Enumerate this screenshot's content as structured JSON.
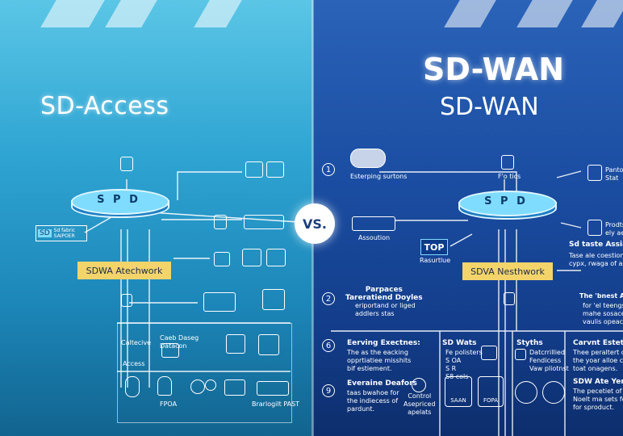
{
  "left": {
    "title": "SD-Access",
    "disc_label": "S P D",
    "sd_box_tag": "SD",
    "sd_box_text": "Sd fabric\nSAIPOER",
    "yellow_bar": "SDWA Atechwork",
    "labels": [
      "Access",
      "Caltecive",
      "Caeb Daseg\nDatacon",
      "FPOA",
      "Brarlogilt PAST"
    ]
  },
  "right": {
    "title_big": "SD-WAN",
    "title_small": "SD-WAN",
    "disc_label": "S P D",
    "top_box": "TOP",
    "top_box_sub": "Rasurtlue",
    "yellow_bar": "SDVA Nesthwork",
    "cloud_label": "Esterping surtons",
    "node_label": "F'o tics",
    "rack_label": "Assoution",
    "side_title": "Sd taste Assiats",
    "side_text": "Tase ale coestion\ncypx, rwaga of alse",
    "num_items": [
      {
        "num": "1",
        "title": "Esterping surtons",
        "body": ""
      },
      {
        "num": "2",
        "title": "Parpaces\nTareratiend Doyles",
        "body": "eriportand or liged\naddlers stas"
      },
      {
        "num": "6",
        "title": "Eerving Exectnes:",
        "body": "The as the eacking\nopprtiatiee misshits\nbif estiement."
      },
      {
        "num": "9",
        "title": "Everaine Deafors",
        "body": "taas bwahoe for\nthe indiecess of\npardunt."
      }
    ],
    "col2_title": "SD Wats",
    "col2_body": "Fe polisters\nS OA\nS R\nS8 cols",
    "col3_title": "Styths",
    "col3_body": "Datcrrillied\nFendicess\nVaw pliotnst",
    "col4_title": "Carvnt Estetionst",
    "col4_body": "Thee peraltert o\nthe yoar alloe co\ntoat onagens.",
    "col5_title": "SDW Ate Yera",
    "col5_body": "The pecetiet of\nNoelt ma sets fo\nfor sproduct.",
    "side2_title": "The 'bnest Acc",
    "side2_body": "for 'el teengs\nmahe sosaces\nvaulis opeace",
    "bottom_icon_labels": [
      "Control\nAsepriced\napelats",
      "SAAN",
      "FOPA"
    ],
    "prods_label": "Prodts\nely ae",
    "panel_label": "Panto\nStat"
  },
  "vs_label": "VS."
}
